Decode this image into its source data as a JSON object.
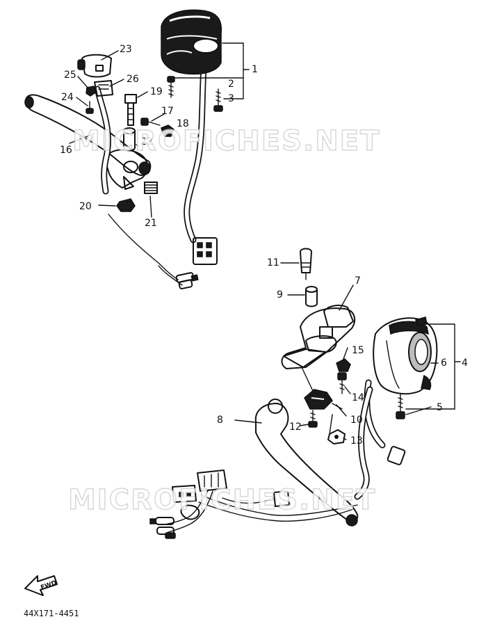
{
  "watermark_text": "MICROFICHES.NET",
  "diagram_code": "44X171-4451",
  "fwd_label": "FWD",
  "callouts": [
    "1",
    "2",
    "3",
    "4",
    "5",
    "6",
    "7",
    "8",
    "9",
    "10",
    "11",
    "12",
    "13",
    "14",
    "15",
    "16",
    "17",
    "18",
    "19",
    "20",
    "21",
    "22",
    "23",
    "24",
    "25",
    "26"
  ]
}
